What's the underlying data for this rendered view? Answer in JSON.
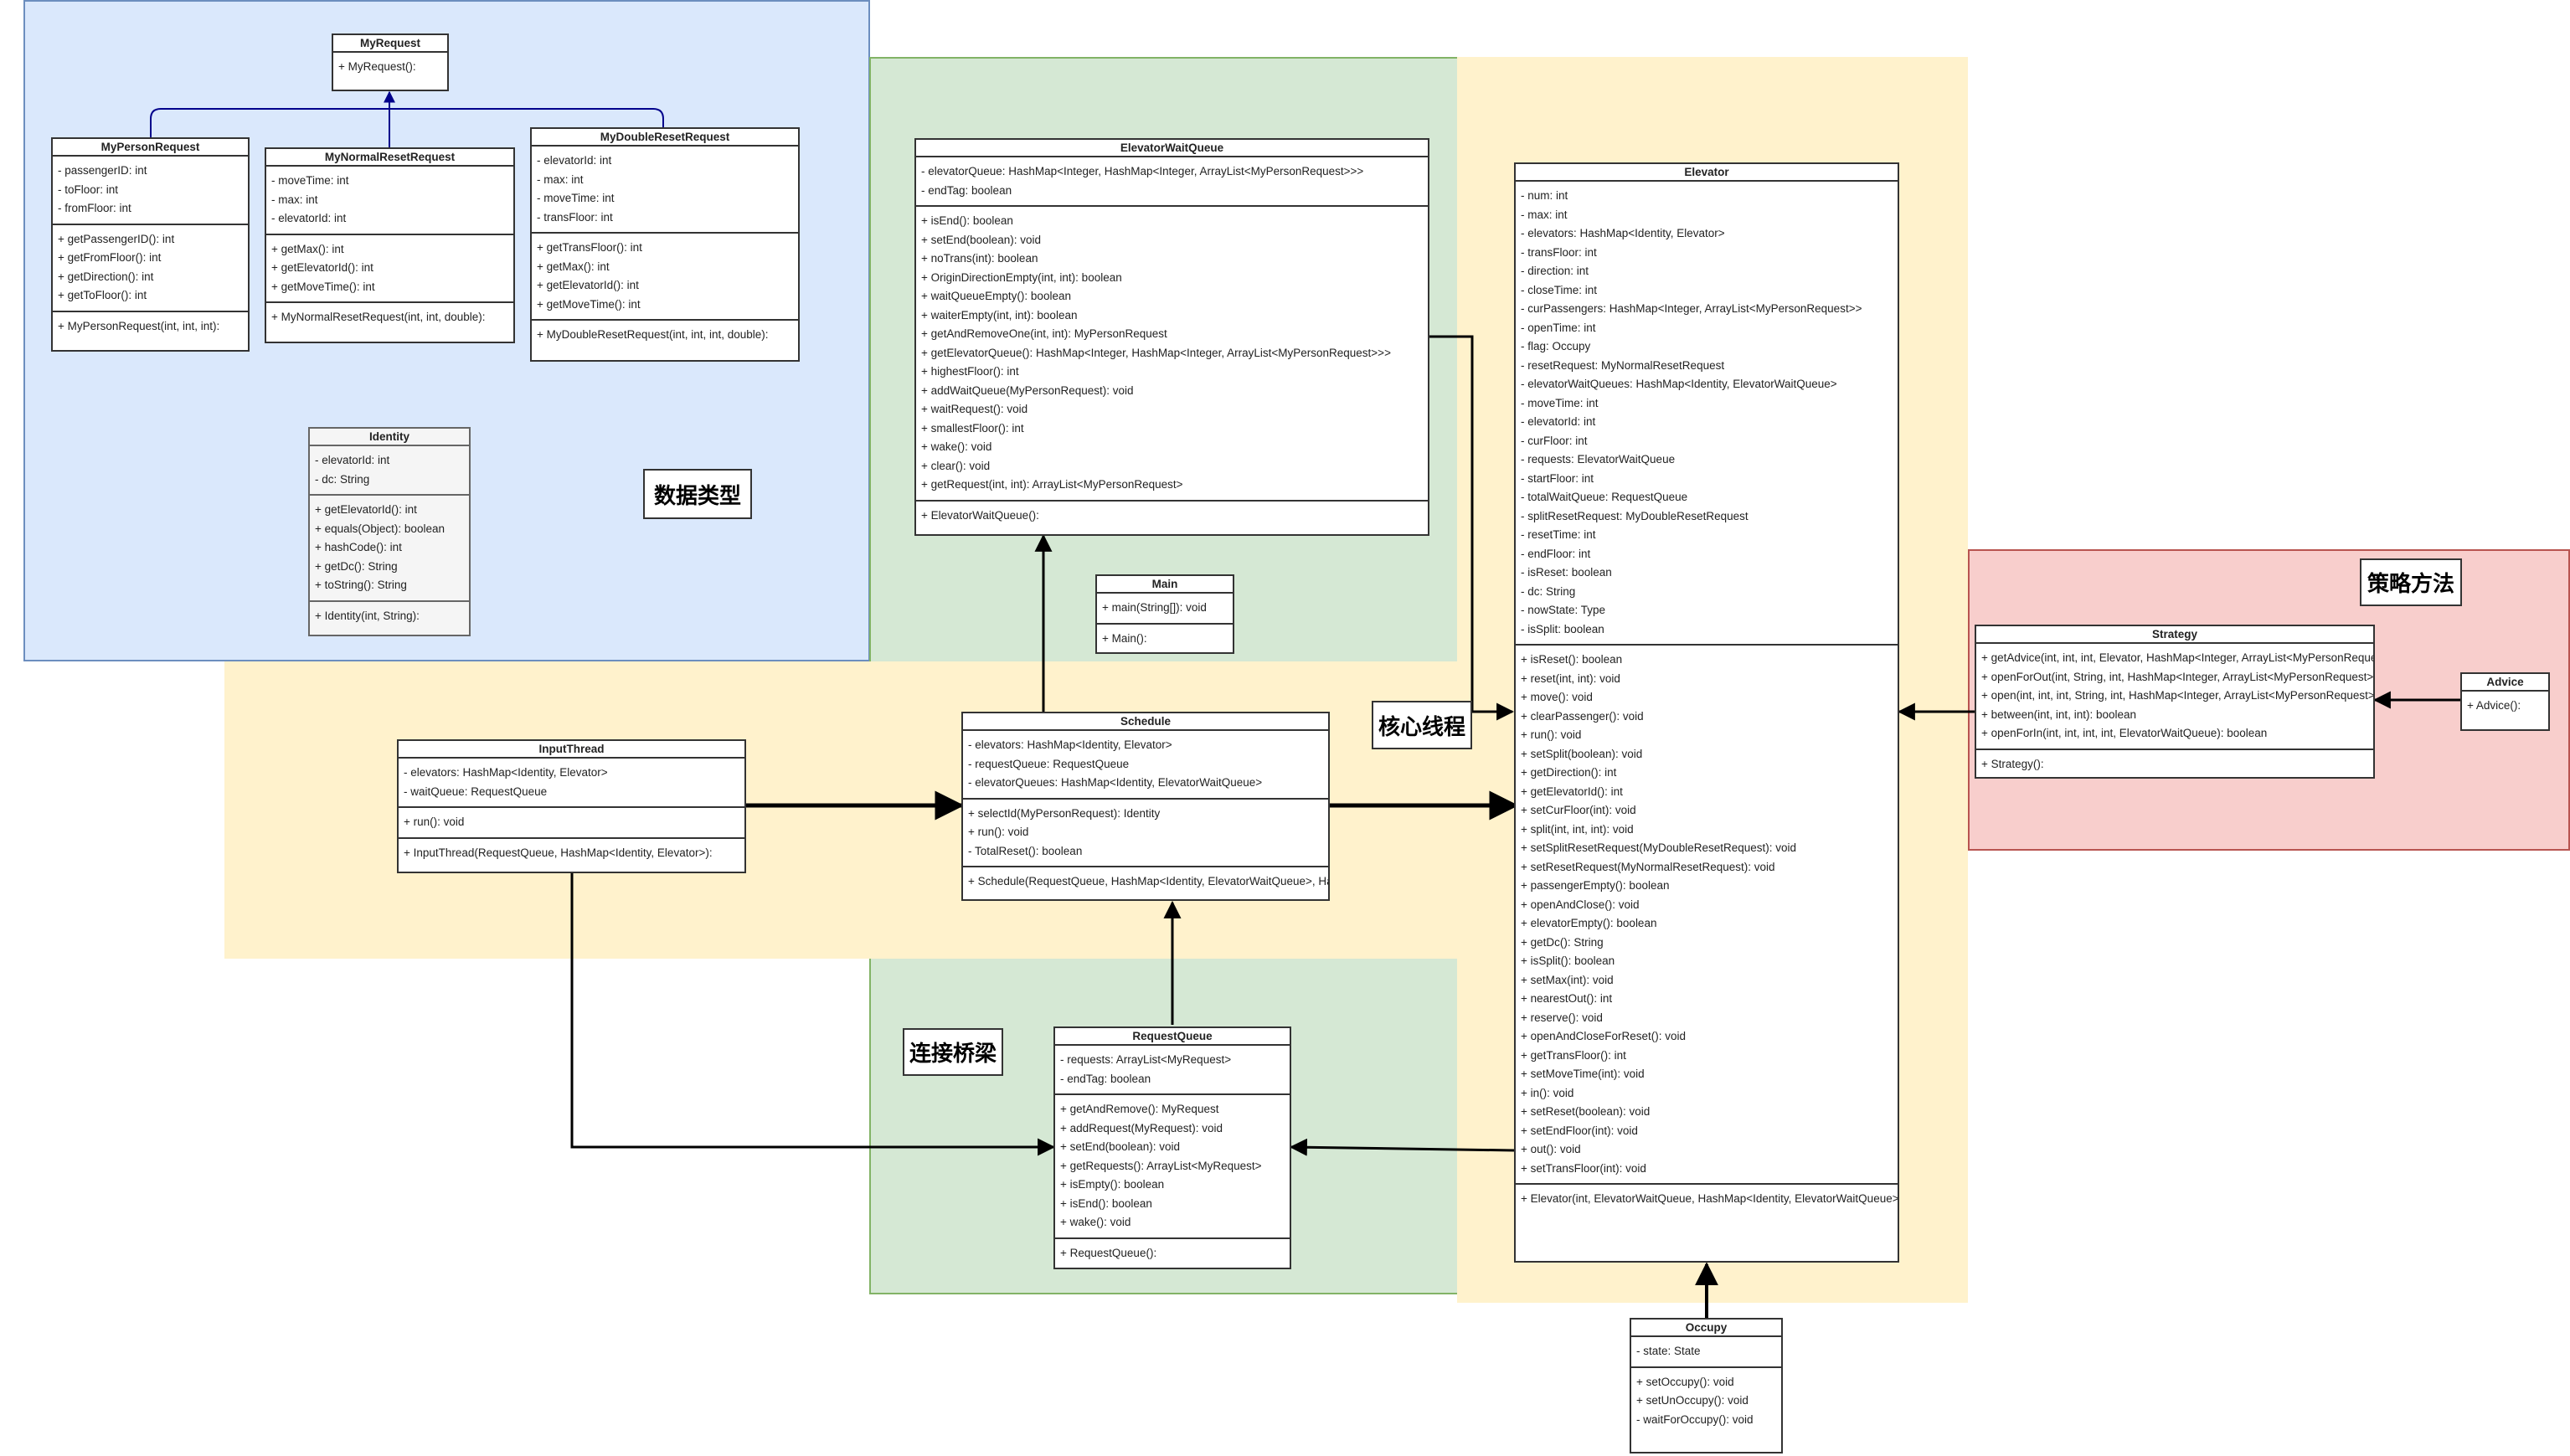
{
  "labels": {
    "data_types": "数据类型",
    "bridge": "连接桥梁",
    "core_threads": "核心线程",
    "strategy_methods": "策略方法"
  },
  "colors": {
    "blue_region": "#dae8fc",
    "blue_border": "#6c8ebf",
    "green_region": "#d5e8d4",
    "green_border": "#82b366",
    "yellow_region": "#fff2cc",
    "red_region": "#f8cecc",
    "red_border": "#b85450",
    "line": "#000000",
    "inheritance_arrow": "#00008b"
  },
  "classes": {
    "myrequest": {
      "name": "MyRequest",
      "attributes": [],
      "methods": [
        "+ MyRequest():"
      ]
    },
    "mypersonrequest": {
      "name": "MyPersonRequest",
      "attributes": [
        "- passengerID: int",
        "- toFloor: int",
        "- fromFloor: int"
      ],
      "methods": [
        "+ getPassengerID(): int",
        "+ getFromFloor(): int",
        "+ getDirection(): int",
        "+ getToFloor(): int"
      ],
      "constructors": [
        "+ MyPersonRequest(int, int, int):"
      ]
    },
    "mynormalresetrequest": {
      "name": "MyNormalResetRequest",
      "attributes": [
        "- moveTime: int",
        "- max: int",
        "- elevatorId: int"
      ],
      "methods": [
        "+ getMax(): int",
        "+ getElevatorId(): int",
        "+ getMoveTime(): int"
      ],
      "constructors": [
        "+ MyNormalResetRequest(int, int, double):"
      ]
    },
    "mydoubleresetrequest": {
      "name": "MyDoubleResetRequest",
      "attributes": [
        "- elevatorId: int",
        "- max: int",
        "- moveTime: int",
        "- transFloor: int"
      ],
      "methods": [
        "+ getTransFloor(): int",
        "+ getMax(): int",
        "+ getElevatorId(): int",
        "+ getMoveTime(): int"
      ],
      "constructors": [
        "+ MyDoubleResetRequest(int, int, int, double):"
      ]
    },
    "identity": {
      "name": "Identity",
      "attributes": [
        "- elevatorId: int",
        "- dc: String"
      ],
      "methods": [
        "+ getElevatorId(): int",
        "+ equals(Object): boolean",
        "+ hashCode(): int",
        "+ getDc(): String",
        "+ toString(): String"
      ],
      "constructors": [
        "+ Identity(int, String):"
      ]
    },
    "elevatorwaitqueue": {
      "name": "ElevatorWaitQueue",
      "attributes": [
        "- elevatorQueue: HashMap<Integer, HashMap<Integer, ArrayList<MyPersonRequest>>>",
        "- endTag: boolean"
      ],
      "methods": [
        "+ isEnd(): boolean",
        "+ setEnd(boolean): void",
        "+ noTrans(int): boolean",
        "+ OriginDirectionEmpty(int, int): boolean",
        "+ waitQueueEmpty(): boolean",
        "+ waiterEmpty(int, int): boolean",
        "+ getAndRemoveOne(int, int): MyPersonRequest",
        "+ getElevatorQueue(): HashMap<Integer, HashMap<Integer, ArrayList<MyPersonRequest>>>",
        "+ highestFloor(): int",
        "+ addWaitQueue(MyPersonRequest): void",
        "+ waitRequest(): void",
        "+ smallestFloor(): int",
        "+ wake(): void",
        "+ clear(): void",
        "+ getRequest(int, int): ArrayList<MyPersonRequest>"
      ],
      "constructors": [
        "+ ElevatorWaitQueue():"
      ]
    },
    "main": {
      "name": "Main",
      "attributes": [],
      "methods": [
        "+ main(String[]): void"
      ],
      "constructors": [
        "+ Main():"
      ]
    },
    "inputthread": {
      "name": "InputThread",
      "attributes": [
        "- elevators: HashMap<Identity, Elevator>",
        "- waitQueue: RequestQueue"
      ],
      "methods": [
        "+ run(): void"
      ],
      "constructors": [
        "+ InputThread(RequestQueue, HashMap<Identity, Elevator>):"
      ]
    },
    "schedule": {
      "name": "Schedule",
      "attributes": [
        "- elevators: HashMap<Identity, Elevator>",
        "- requestQueue: RequestQueue",
        "- elevatorQueues: HashMap<Identity, ElevatorWaitQueue>"
      ],
      "methods": [
        "+ selectId(MyPersonRequest): Identity",
        "+ run(): void",
        "- TotalReset(): boolean"
      ],
      "constructors": [
        "+ Schedule(RequestQueue, HashMap<Identity, ElevatorWaitQueue>, HashMap<Identity, Elevator>):"
      ]
    },
    "requestqueue": {
      "name": "RequestQueue",
      "attributes": [
        "- requests: ArrayList<MyRequest>",
        "- endTag: boolean"
      ],
      "methods": [
        "+ getAndRemove(): MyRequest",
        "+ addRequest(MyRequest): void",
        "+ setEnd(boolean): void",
        "+ getRequests(): ArrayList<MyRequest>",
        "+ isEmpty(): boolean",
        "+ isEnd(): boolean",
        "+ wake(): void"
      ],
      "constructors": [
        "+ RequestQueue():"
      ]
    },
    "elevator": {
      "name": "Elevator",
      "attributes": [
        "- num: int",
        "- max: int",
        "- elevators: HashMap<Identity, Elevator>",
        "- transFloor: int",
        "- direction: int",
        "- closeTime: int",
        "- curPassengers: HashMap<Integer, ArrayList<MyPersonRequest>>",
        "- openTime: int",
        "- flag: Occupy",
        "- resetRequest: MyNormalResetRequest",
        "- elevatorWaitQueues: HashMap<Identity, ElevatorWaitQueue>",
        "- moveTime: int",
        "- elevatorId: int",
        "- curFloor: int",
        "- requests: ElevatorWaitQueue",
        "- startFloor: int",
        "- totalWaitQueue: RequestQueue",
        "- splitResetRequest: MyDoubleResetRequest",
        "- resetTime: int",
        "- endFloor: int",
        "- isReset: boolean",
        "- dc: String",
        "- nowState: Type",
        "- isSplit: boolean"
      ],
      "methods": [
        "+ isReset(): boolean",
        "+ reset(int, int): void",
        "+ move(): void",
        "+ clearPassenger(): void",
        "+ run(): void",
        "+ setSplit(boolean): void",
        "+ getDirection(): int",
        "+ getElevatorId(): int",
        "+ setCurFloor(int): void",
        "+ split(int, int, int): void",
        "+ setSplitResetRequest(MyDoubleResetRequest): void",
        "+ setResetRequest(MyNormalResetRequest): void",
        "+ passengerEmpty(): boolean",
        "+ openAndClose(): void",
        "+ elevatorEmpty(): boolean",
        "+ getDc(): String",
        "+ isSplit(): boolean",
        "+ setMax(int): void",
        "+ nearestOut(): int",
        "+ reserve(): void",
        "+ openAndCloseForReset(): void",
        "+ getTransFloor(): int",
        "+ setMoveTime(int): void",
        "+ in(): void",
        "+ setReset(boolean): void",
        "+ setEndFloor(int): void",
        "+ out(): void",
        "+ setTransFloor(int): void"
      ],
      "constructors": [
        "+ Elevator(int, ElevatorWaitQueue, HashMap<Identity, ElevatorWaitQueue>, HashMap<Identity, Elevator>):"
      ]
    },
    "occupy": {
      "name": "Occupy",
      "attributes": [
        "- state: State"
      ],
      "methods": [
        "+ setOccupy(): void",
        "+ setUnOccupy(): void",
        "- waitForOccupy(): void"
      ]
    },
    "strategy": {
      "name": "Strategy",
      "attributes": [],
      "methods": [
        "+ getAdvice(int, int, int, Elevator, HashMap<Integer, ArrayList<MyPersonRequest>>):",
        "+ openForOut(int, String, int, HashMap<Integer, ArrayList<MyPersonRequest>>):",
        "+ open(int, int, int, String, int, HashMap<Integer, ArrayList<MyPersonRequest>>):",
        "+ between(int, int, int): boolean",
        "+ openForIn(int, int, int, int, ElevatorWaitQueue): boolean"
      ],
      "constructors": [
        "+ Strategy():"
      ]
    },
    "advice": {
      "name": "Advice",
      "attributes": [],
      "methods": [
        "+ Advice():"
      ]
    }
  }
}
